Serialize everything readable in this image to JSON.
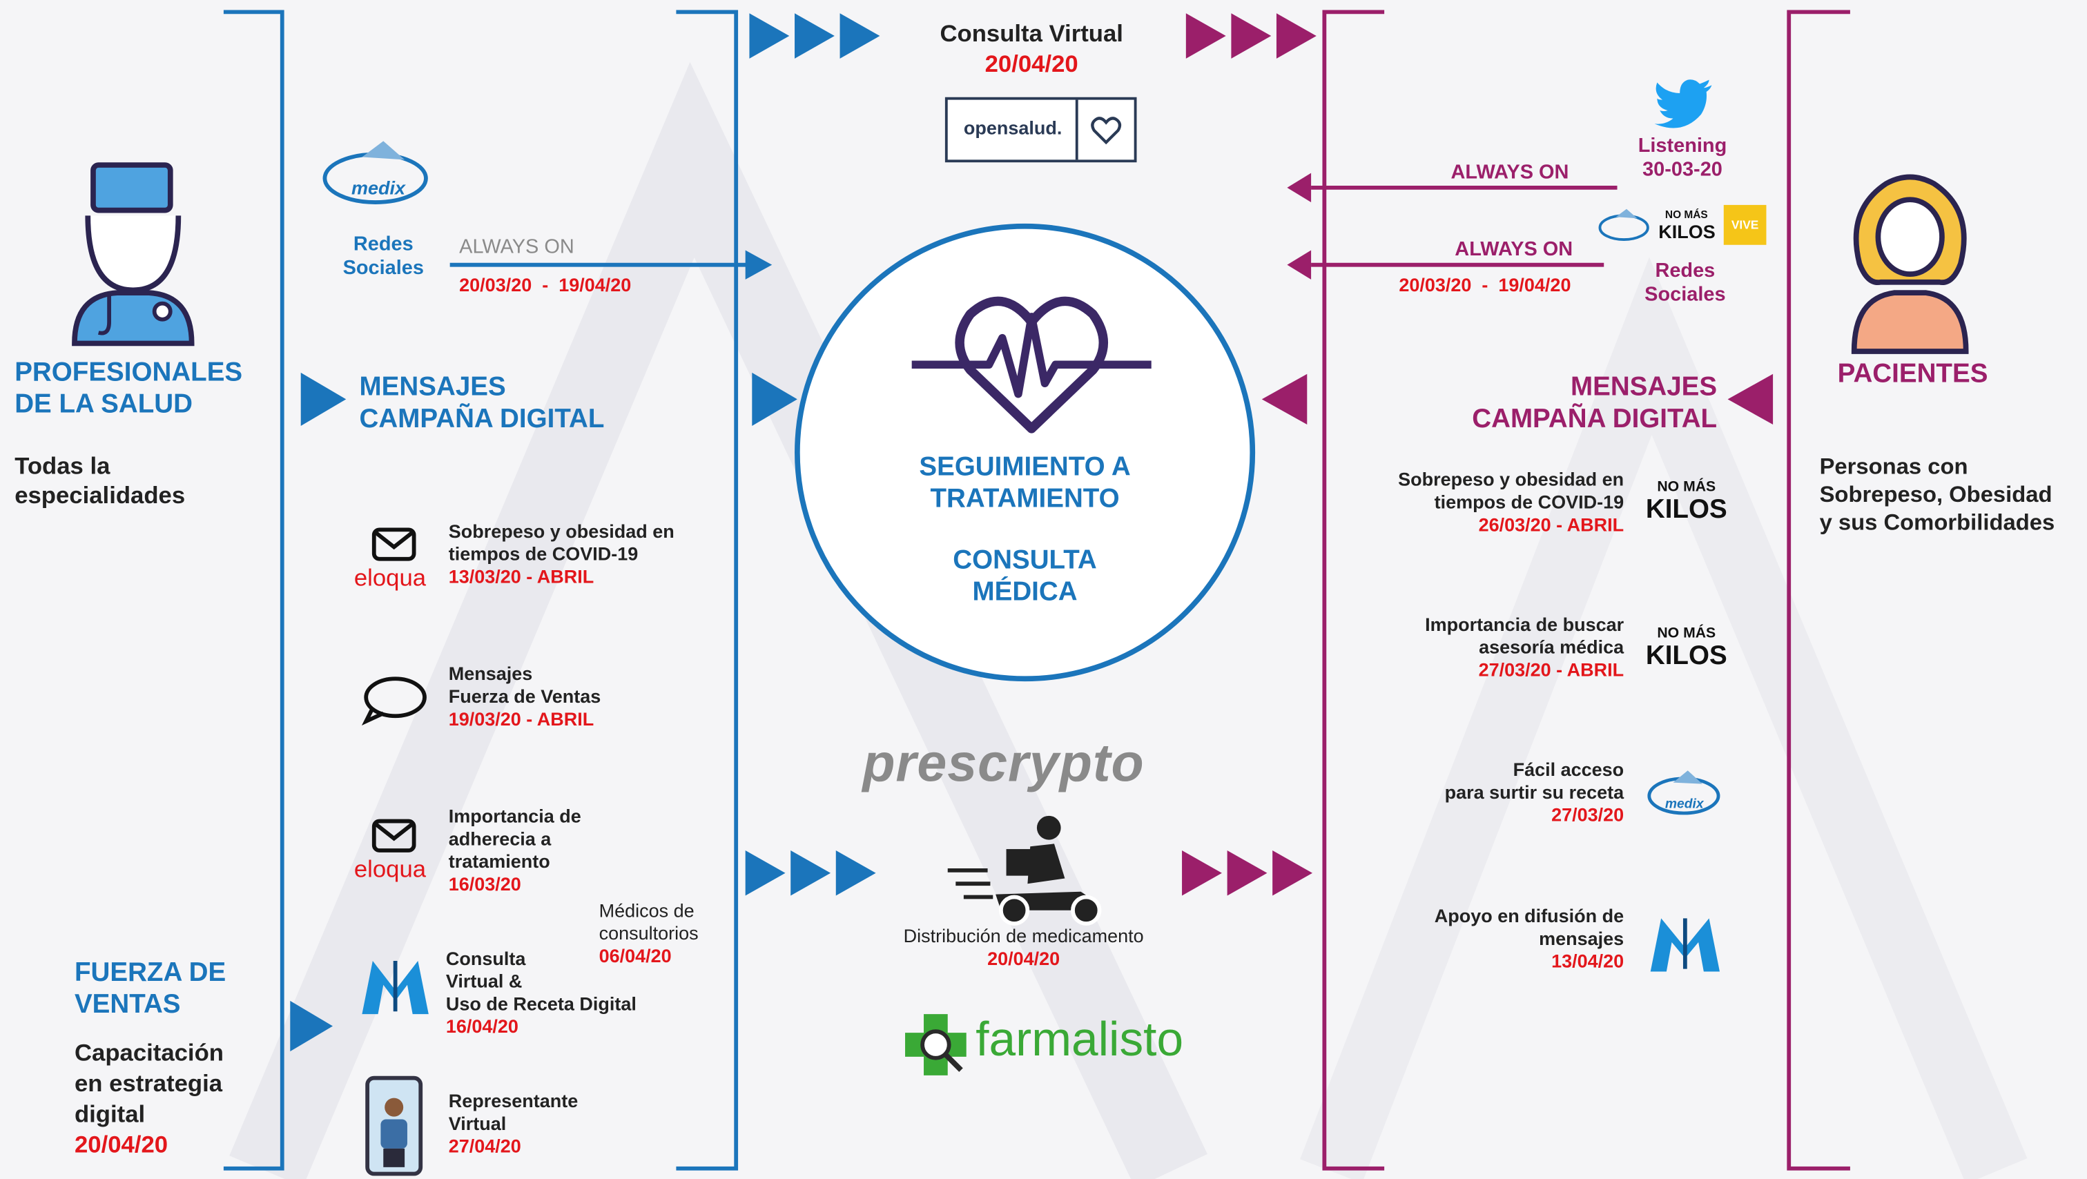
{
  "colors": {
    "blue": "#1b75bb",
    "purple": "#9b1f6a",
    "red": "#e3161b",
    "dark": "#222222",
    "green": "#3aa936"
  },
  "left": {
    "title_line1": "PROFESIONALES",
    "title_line2": "DE LA SALUD",
    "subtitle_line1": "Todas la",
    "subtitle_line2": "especialidades",
    "sales_title_line1": "FUERZA DE",
    "sales_title_line2": "VENTAS",
    "training_line1": "Capacitación",
    "training_line2": "en estrategia",
    "training_line3": "digital",
    "training_date": "20/04/20"
  },
  "left_channels": {
    "medix_logo": "medix",
    "social_line1": "Redes",
    "social_line2": "Sociales",
    "always_on": "ALWAYS ON",
    "social_date": "20/03/20  -  19/04/20",
    "campaign_line1": "MENSAJES",
    "campaign_line2": "CAMPAÑA DIGITAL",
    "items": [
      {
        "icon": "email-icon",
        "brand": "eloqua",
        "line1": "Sobrepeso y obesidad en",
        "line2": "tiempos de COVID-19",
        "date": "13/03/20 - ABRIL"
      },
      {
        "icon": "chat-bubble-icon",
        "line1": "Mensajes",
        "line2": "Fuerza de Ventas",
        "date": "19/03/20 - ABRIL"
      },
      {
        "icon": "email-icon",
        "brand": "eloqua",
        "line1": "Importancia de",
        "line2": "adherecia a",
        "line3": "tratamiento",
        "date": "16/03/20"
      },
      {
        "icon": "m-logo-icon",
        "line1": "Consulta",
        "line2": "Virtual &",
        "line3": "Uso de Receta Digital",
        "date": "16/04/20"
      },
      {
        "icon": "virtual-rep-icon",
        "line1": "Representante",
        "line2": "Virtual",
        "date": "27/04/20"
      }
    ],
    "offices_line1": "Médicos de",
    "offices_line2": "consultorios",
    "offices_date": "06/04/20"
  },
  "center": {
    "virtual_title": "Consulta Virtual",
    "virtual_date": "20/04/20",
    "opensalud": "opensalud.",
    "circle_line1": "SEGUIMIENTO A",
    "circle_line2": "TRATAMIENTO",
    "circle_line3": "CONSULTA",
    "circle_line4": "MÉDICA",
    "prescrypto": "prescrypto",
    "distribution": "Distribución de medicamento",
    "distribution_date": "20/04/20",
    "farmalisto": "farmalisto"
  },
  "right_channels": {
    "listening": "Listening",
    "listening_date": "30-03-20",
    "always_on_1": "ALWAYS ON",
    "always_on_2": "ALWAYS ON",
    "social_date": "20/03/20  -  19/04/20",
    "social_line1": "Redes",
    "social_line2": "Sociales",
    "nomas_top": "NO MÁS",
    "nomas_bottom": "KILOS",
    "vive": "VIVE",
    "campaign_line1": "MENSAJES",
    "campaign_line2": "CAMPAÑA DIGITAL",
    "items": [
      {
        "line1": "Sobrepeso y obesidad en",
        "line2": "tiempos de COVID-19",
        "date": "26/03/20 - ABRIL",
        "logo": "nomaskilos-logo"
      },
      {
        "line1": "Importancia de buscar",
        "line2": "asesoría médica",
        "date": "27/03/20 - ABRIL",
        "logo": "nomaskilos-logo"
      },
      {
        "line1": "Fácil acceso",
        "line2": "para surtir su receta",
        "date": "27/03/20",
        "logo": "medix-logo"
      },
      {
        "line1": "Apoyo en difusión de",
        "line2": "mensajes",
        "date": "13/04/20",
        "logo": "m-logo"
      }
    ]
  },
  "right": {
    "title": "PACIENTES",
    "desc_line1": "Personas con",
    "desc_line2": "Sobrepeso, Obesidad",
    "desc_line3": "y sus Comorbilidades"
  }
}
